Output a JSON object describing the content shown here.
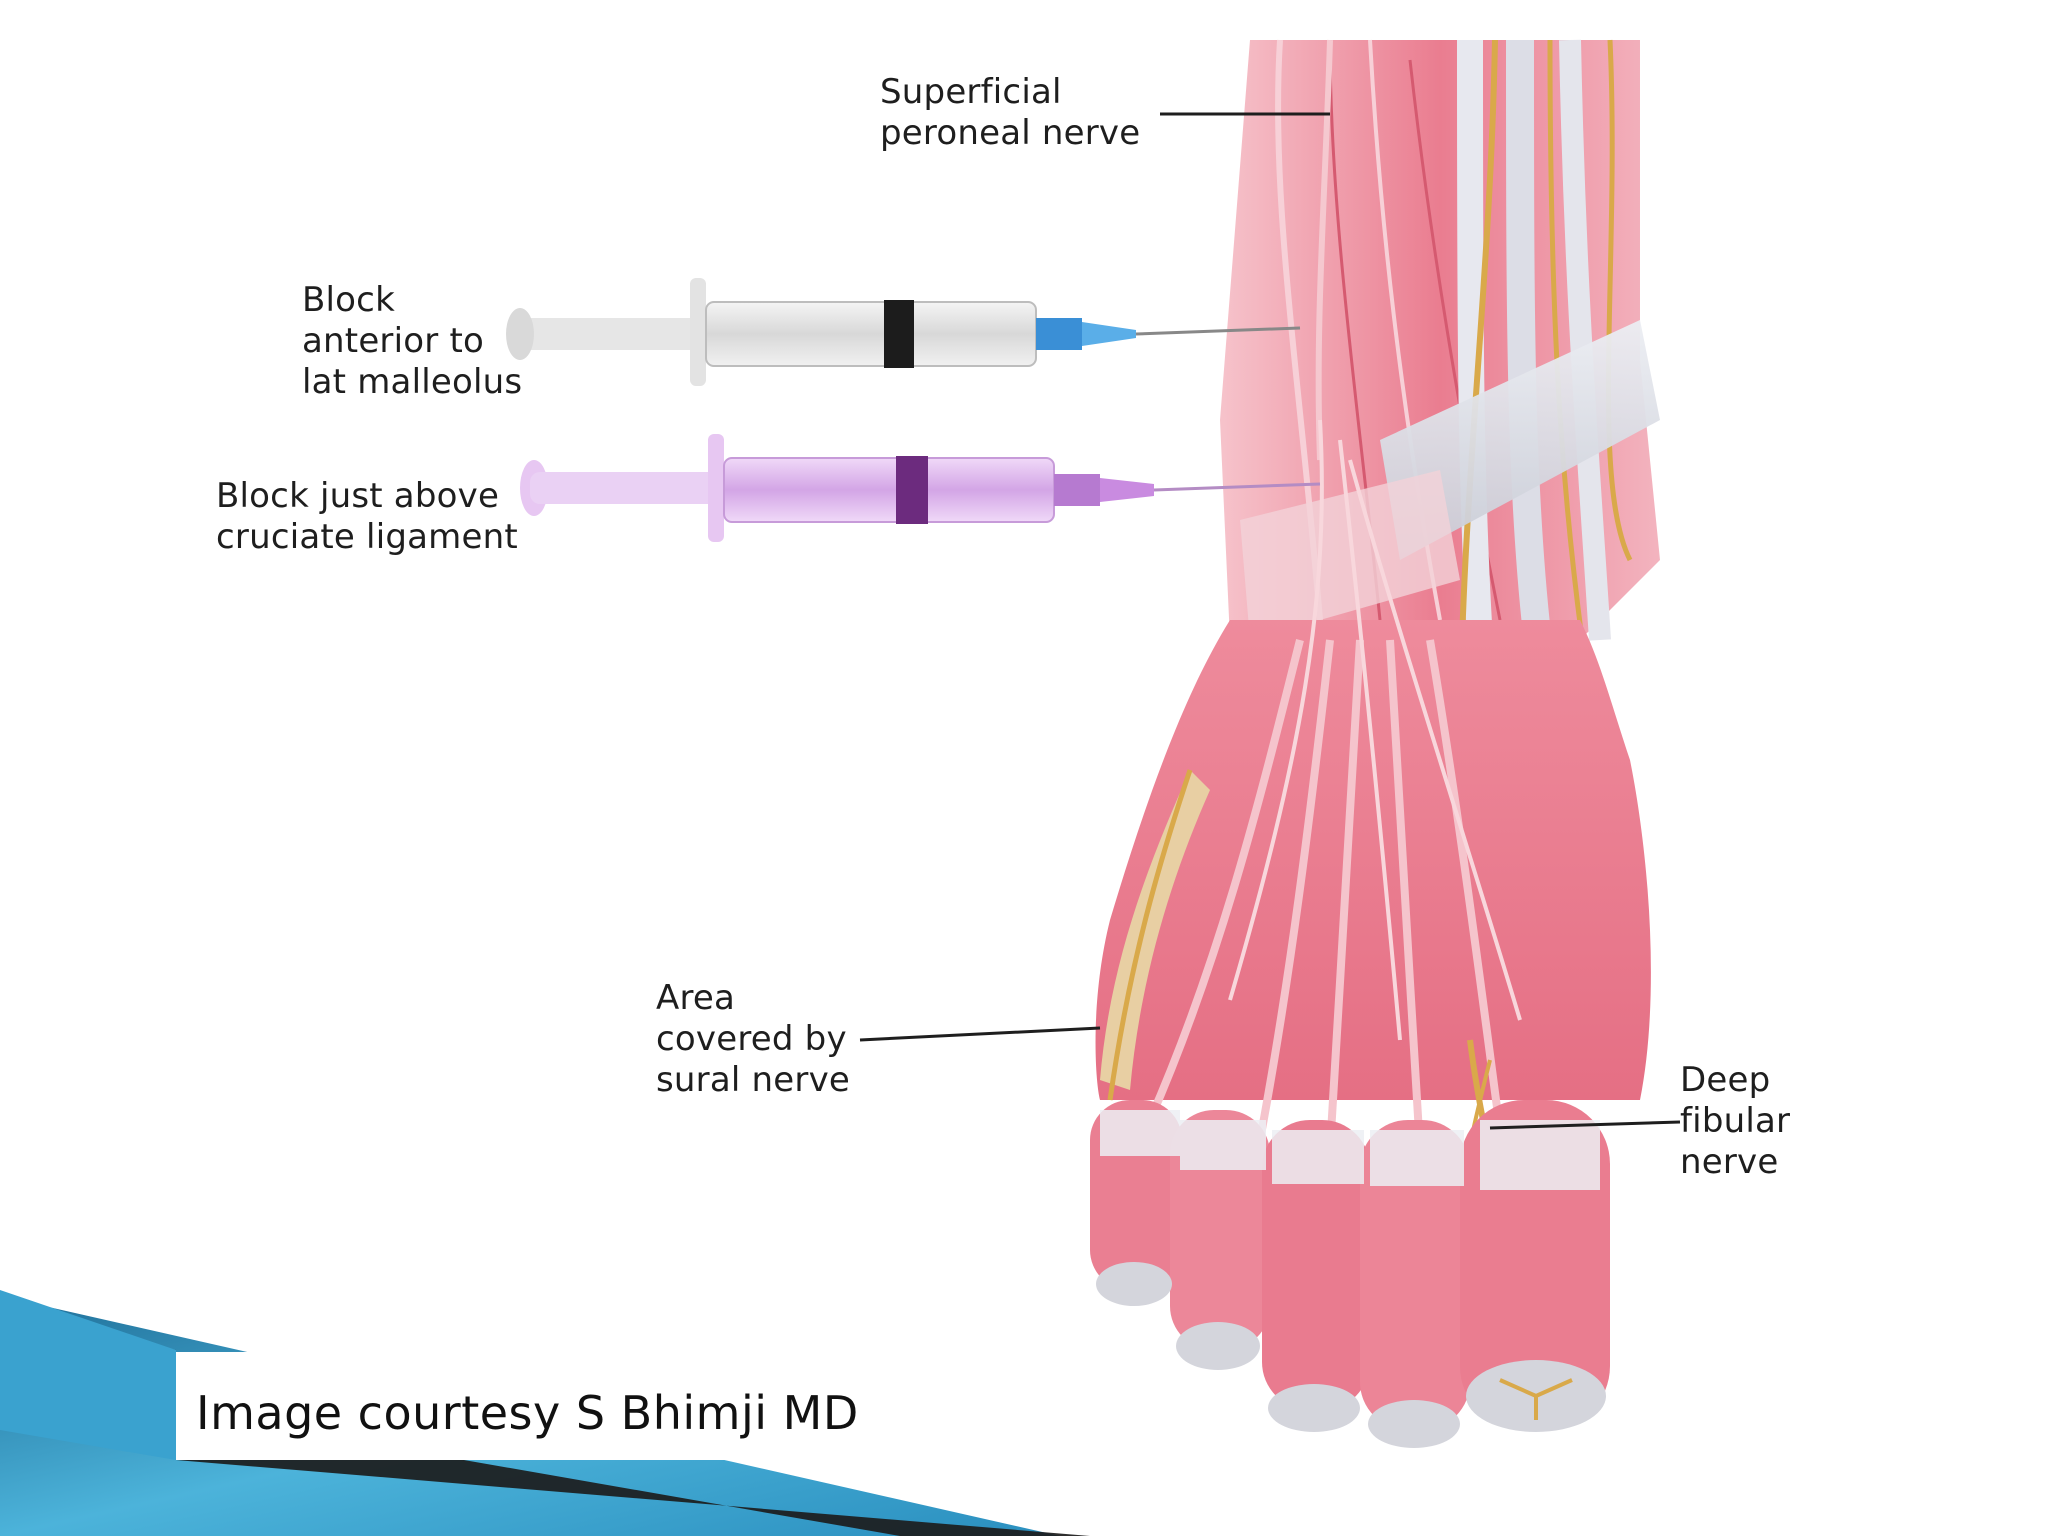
{
  "labels": {
    "superficial_peroneal": "Superficial\nperoneal nerve",
    "block_anterior": "Block\nanterior to\nlat malleolus",
    "block_cruciate": "Block just above\ncruciate ligament",
    "sural_area": "Area\ncovered by\nsural nerve",
    "deep_fibular": "Deep\nfibular\nnerve"
  },
  "credit": "Image courtesy S Bhimji MD",
  "colors": {
    "muscle": "#e8788c",
    "muscle_light": "#f4b6c0",
    "tendon": "#e9e9ee",
    "nerve": "#d9a94a",
    "syringe_blue_hub": "#3a8fd6",
    "syringe_purple": "#c98be0",
    "corner_accent": "#2a8fbf"
  },
  "icons": {
    "syringe_top": "syringe-icon",
    "syringe_bottom": "syringe-icon"
  }
}
